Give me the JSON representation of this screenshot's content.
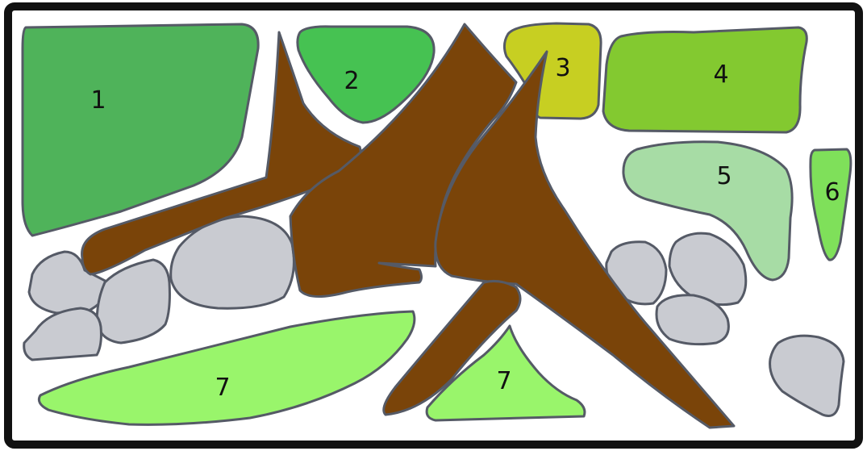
{
  "colors": {
    "frame": "#111111",
    "background": "#ffffff",
    "trunk": "#7a4409",
    "stone": "#c9cbd1",
    "outline": "#555a66"
  },
  "regions": [
    {
      "label": "1",
      "color": "#4fb35a"
    },
    {
      "label": "2",
      "color": "#46c252"
    },
    {
      "label": "3",
      "color": "#c7cf22"
    },
    {
      "label": "4",
      "color": "#83c930"
    },
    {
      "label": "5",
      "color": "#a7dca5"
    },
    {
      "label": "6",
      "color": "#7fe05a"
    },
    {
      "label": "7",
      "color": "#99f56b"
    },
    {
      "label": "7",
      "color": "#99f56b"
    }
  ]
}
